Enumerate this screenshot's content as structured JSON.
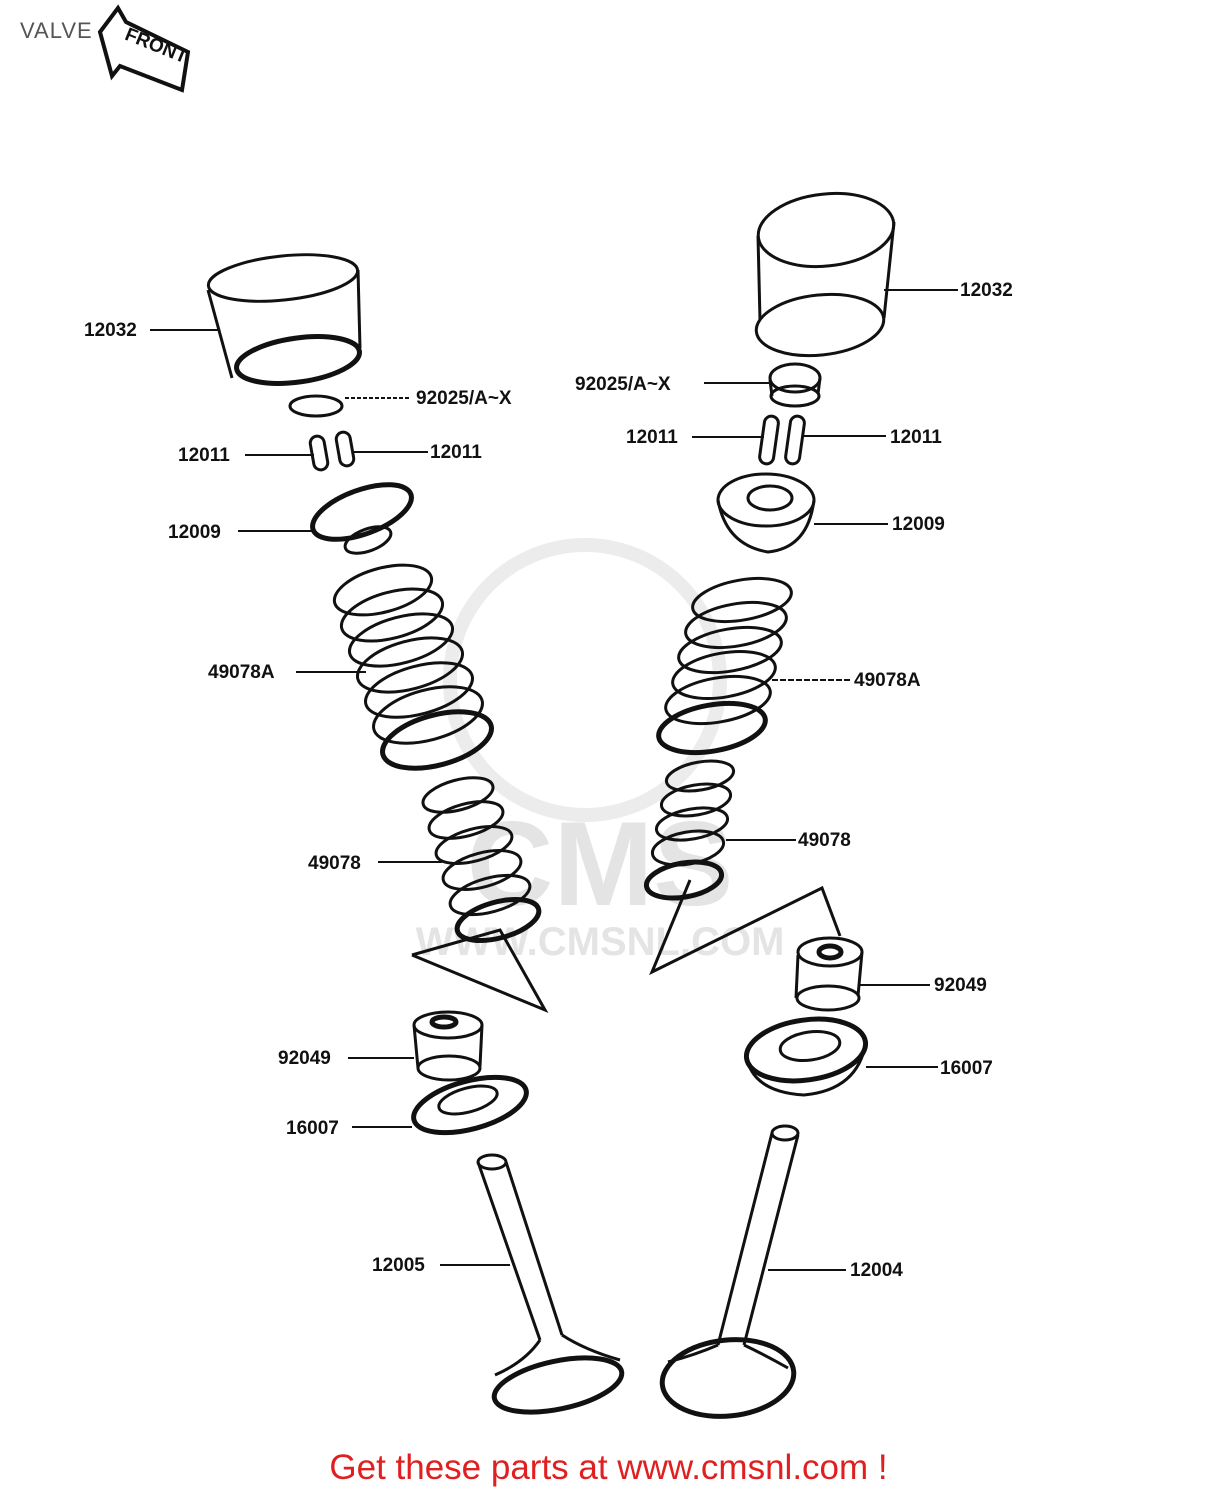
{
  "title": "VALVE",
  "front_marker": "FRONT",
  "watermark": {
    "brand": "CMS",
    "url": "WWW.CMSNL.COM"
  },
  "promo": "Get these parts at www.cmsnl.com !",
  "labels": {
    "tappet_left": "12032",
    "tappet_right": "12032",
    "shim_left": "92025/A~X",
    "shim_right": "92025/A~X",
    "cotter_left_a": "12011",
    "cotter_left_b": "12011",
    "cotter_right_a": "12011",
    "cotter_right_b": "12011",
    "retainer_left": "12009",
    "retainer_right": "12009",
    "outer_spring_left": "49078A",
    "outer_spring_right": "49078A",
    "inner_spring_left": "49078",
    "inner_spring_right": "49078",
    "oil_seal_left": "92049",
    "oil_seal_right": "92049",
    "spring_seat_left": "16007",
    "spring_seat_right": "16007",
    "valve_exhaust": "12005",
    "valve_intake": "12004"
  },
  "colors": {
    "promo": "#e02020",
    "line": "#111111",
    "watermark": "#e4e4e4"
  }
}
